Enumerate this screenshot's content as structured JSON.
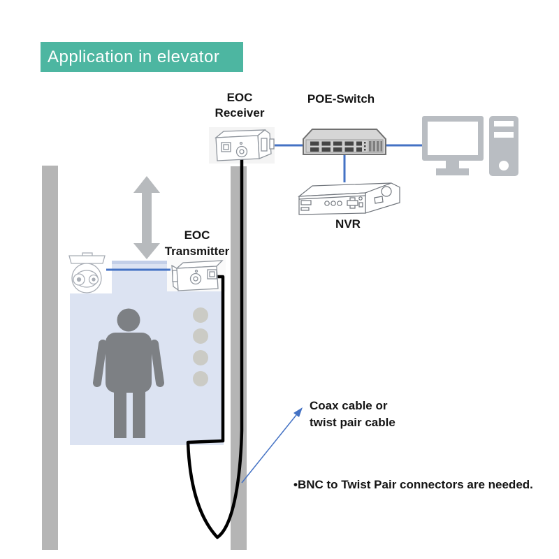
{
  "title": {
    "text": "Application in elevator"
  },
  "labels": {
    "receiver_line1": "EOC",
    "receiver_line2": "Receiver",
    "switch": "POE-Switch",
    "nvr": "NVR",
    "transmitter_line1": "EOC",
    "transmitter_line2": "Transmitter",
    "cable_note_line1": "Coax cable or",
    "cable_note_line2": "twist pair cable",
    "bnc_note": "•BNC to Twist Pair connectors are needed."
  },
  "colors": {
    "title_bg": "#4DB6A1",
    "title_text": "#FFFFFF",
    "connection_blue": "#4472C4",
    "elevator_car_fill": "#DCE3F2",
    "elevator_car_top_band": "#C3CFE8",
    "shaft_rail_gray": "#B5B5B5",
    "motion_arrow_gray": "#B7BABD",
    "person_gray": "#7D8084",
    "elevator_button_gray": "#CBCBC5",
    "coax_cable": "#000000",
    "computer_gray": "#B9BDC2",
    "device_line_art": "#8D939B",
    "label_text": "#141414"
  },
  "diagram": {
    "nodes": [
      "dome-camera",
      "eoc-transmitter",
      "elevator-car-with-passenger",
      "eoc-receiver",
      "poe-switch",
      "nvr",
      "computer"
    ],
    "edges": [
      {
        "from": "dome-camera",
        "to": "eoc-transmitter",
        "type": "network-line"
      },
      {
        "from": "eoc-transmitter",
        "to": "eoc-receiver",
        "type": "coax-or-twist-pair-cable"
      },
      {
        "from": "eoc-receiver",
        "to": "poe-switch",
        "type": "network-line"
      },
      {
        "from": "poe-switch",
        "to": "nvr",
        "type": "network-line"
      },
      {
        "from": "poe-switch",
        "to": "computer",
        "type": "network-line"
      }
    ]
  }
}
